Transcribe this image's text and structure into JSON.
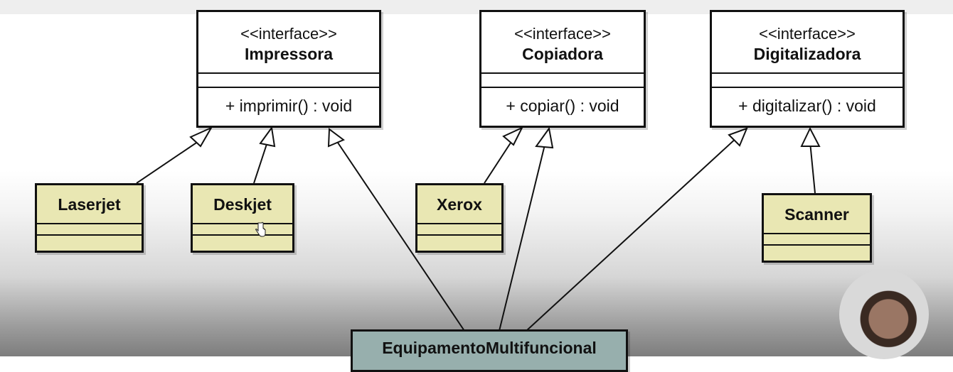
{
  "interfaces": [
    {
      "stereotype": "<<interface>>",
      "name": "Impressora",
      "method": "+ imprimir() : void"
    },
    {
      "stereotype": "<<interface>>",
      "name": "Copiadora",
      "method": "+ copiar() : void"
    },
    {
      "stereotype": "<<interface>>",
      "name": "Digitalizadora",
      "method": "+ digitalizar() : void"
    }
  ],
  "classes": [
    {
      "name": "Laserjet"
    },
    {
      "name": "Deskjet"
    },
    {
      "name": "Xerox"
    },
    {
      "name": "Scanner"
    },
    {
      "name": "EquipamentoMultifuncional"
    }
  ],
  "icons": {
    "cursor": "hand-pointer-icon",
    "webcam": "presenter-avatar"
  }
}
